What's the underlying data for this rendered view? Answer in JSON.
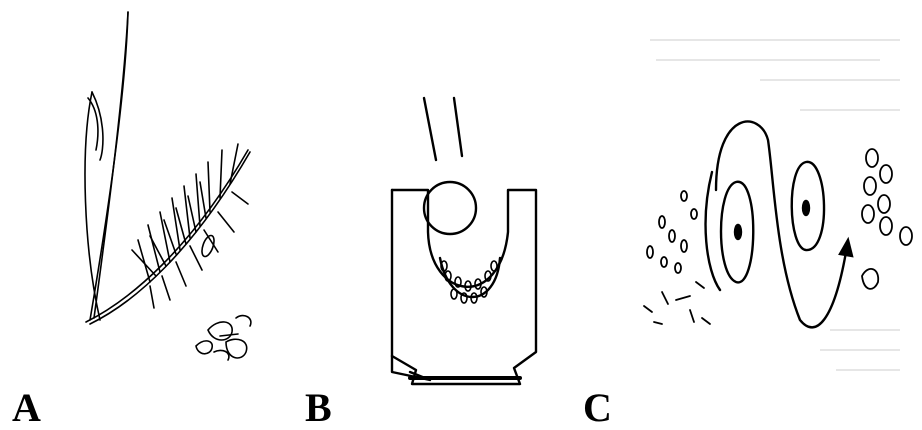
{
  "panels": [
    {
      "label": "A",
      "icon": "grass-seedhead-sketch"
    },
    {
      "label": "B",
      "icon": "mortar-and-pestle-sketch"
    },
    {
      "label": "C",
      "icon": "winnowing-wave-sketch"
    }
  ],
  "colors": {
    "ink": "#000000",
    "background": "#ffffff",
    "ghost_text": "#e6e6e6"
  }
}
